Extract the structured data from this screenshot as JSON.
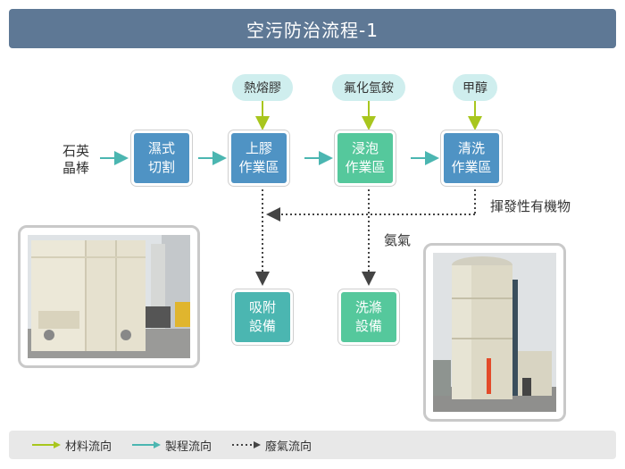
{
  "title": "空污防治流程-1",
  "input_label": "石英\n晶棒",
  "process_boxes": [
    {
      "id": "wet-cut",
      "label": "濕式\n切割"
    },
    {
      "id": "glue",
      "label": "上膠\n作業區"
    },
    {
      "id": "soak",
      "label": "浸泡\n作業區"
    },
    {
      "id": "wash",
      "label": "清洗\n作業區"
    }
  ],
  "materials": [
    {
      "label": "熱熔膠"
    },
    {
      "label": "氟化氫銨"
    },
    {
      "label": "甲醇"
    }
  ],
  "outputs": [
    {
      "label": "吸附\n設備"
    },
    {
      "label": "洗滌\n設備"
    }
  ],
  "gas_labels": {
    "voc": "揮發性有機物",
    "ammonia": "氨氣"
  },
  "legend": [
    {
      "label": "材料流向",
      "type": "material"
    },
    {
      "label": "製程流向",
      "type": "process"
    },
    {
      "label": "廢氣流向",
      "type": "exhaust"
    }
  ],
  "colors": {
    "title_bg": "#5e7895",
    "material_arrow": "#a8c61e",
    "process_arrow": "#4bb6b1",
    "exhaust_arrow": "#444444",
    "box_blue": "#4f93c4",
    "box_teal": "#4bb6b1",
    "box_green": "#55c89c",
    "pill_bg": "#cfeeee"
  }
}
